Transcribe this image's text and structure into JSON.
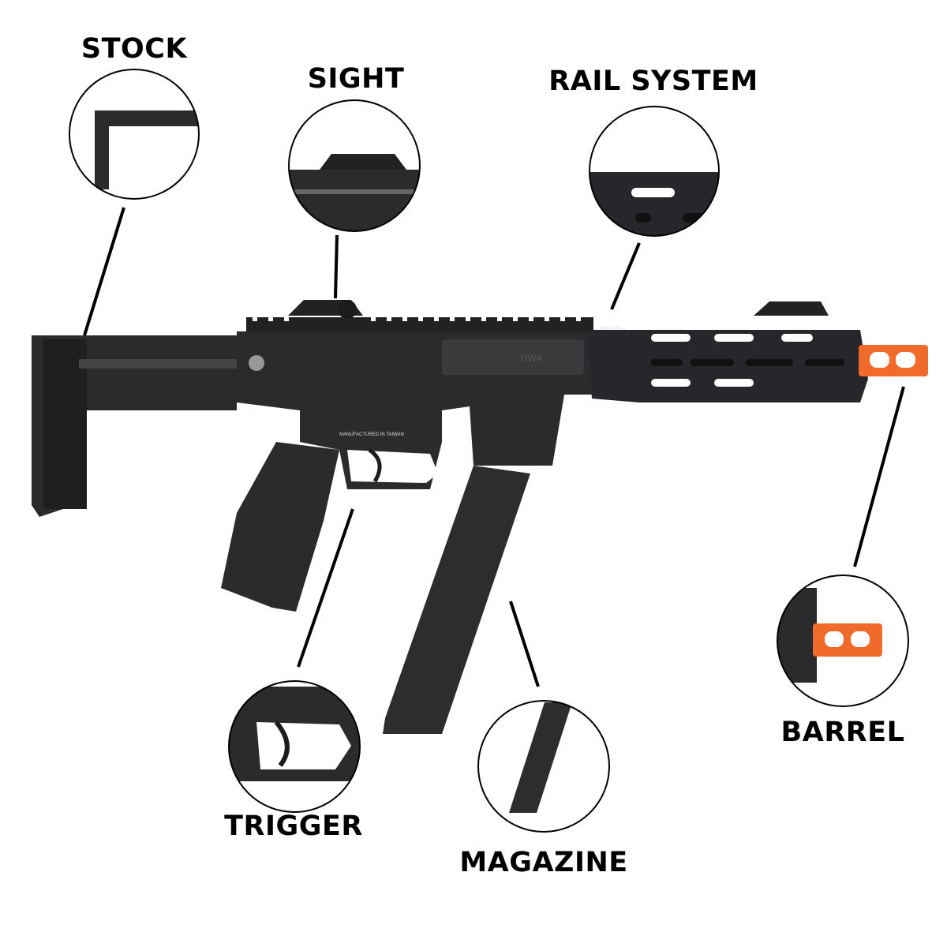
{
  "labels": {
    "stock": "STOCK",
    "sight": "SIGHT",
    "rail_system": "RAIL SYSTEM",
    "barrel": "BARREL",
    "trigger": "TRIGGER",
    "magazine": "MAGAZINE"
  },
  "markings": {
    "dust_cover": "HWA",
    "rail": "HWA TML-II",
    "receiver": "MANUFACTURED IN TAIWAN"
  },
  "colors": {
    "gun_body": "#2b2a2c",
    "gun_dark": "#1c1b1d",
    "barrel_orange": "#f06a2c",
    "label": "#000000",
    "callout_line": "#000000"
  }
}
